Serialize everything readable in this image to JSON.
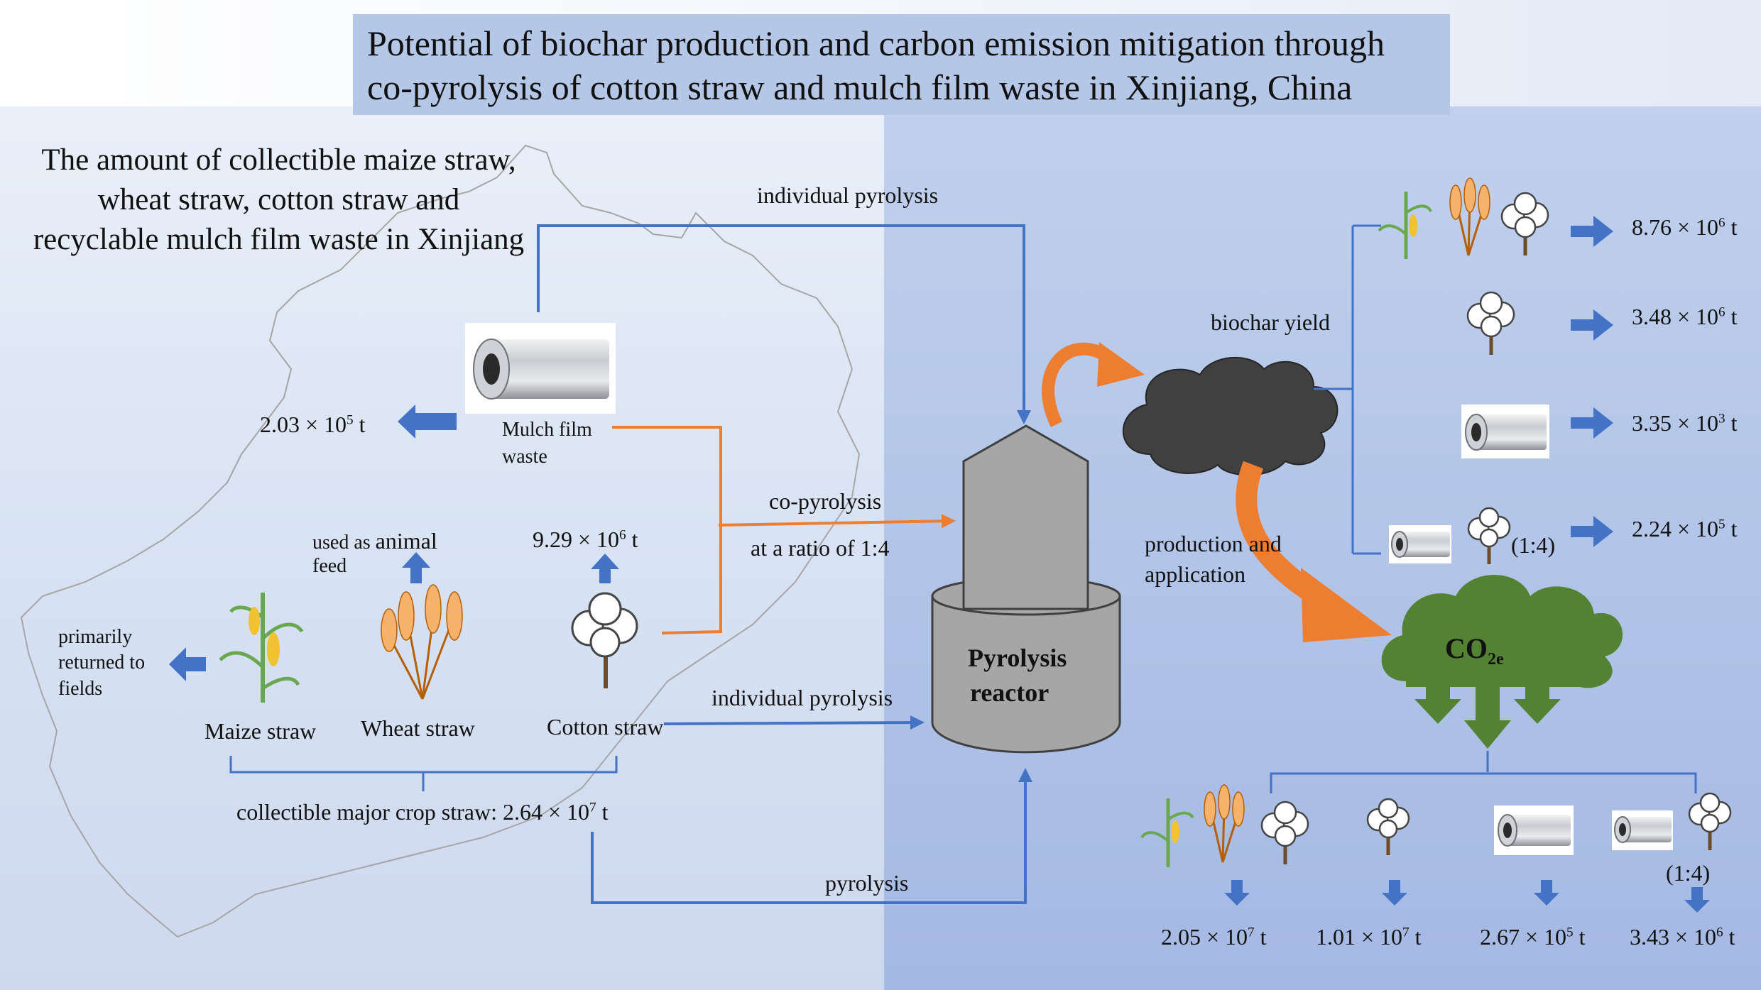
{
  "title": {
    "line1": "Potential of biochar production and carbon emission mitigation through",
    "line2": "co-pyrolysis of cotton straw and mulch film waste in Xinjiang, China"
  },
  "left_heading": "The amount of collectible maize straw, wheat straw, cotton straw and recyclable mulch film waste in Xinjiang",
  "mulch_film": {
    "label_line1": "Mulch film",
    "label_line2": "waste",
    "amount": "2.03 × 10",
    "amount_exp": "5",
    "amount_unit": " t"
  },
  "maize": {
    "label": "Maize straw",
    "use_line1": "primarily",
    "use_line2": "returned to",
    "use_line3": "fields"
  },
  "wheat": {
    "label": "Wheat straw",
    "use_a": "used as ",
    "use_b": "animal",
    "use_c": "feed"
  },
  "cotton": {
    "label": "Cotton straw",
    "amount": "9.29 × 10",
    "amount_exp": "6",
    "amount_unit": " t"
  },
  "collectible": {
    "text": "collectible major crop straw: 2.64 × 10",
    "exp": "7",
    "unit": " t"
  },
  "flows": {
    "individual_top": "individual  pyrolysis",
    "co_line1": "co-pyrolysis",
    "co_line2": "at a ratio of 1:4",
    "individual_bottom": "individual  pyrolysis",
    "pyrolysis": "pyrolysis"
  },
  "reactor": {
    "line1": "Pyrolysis",
    "line2": "reactor"
  },
  "biochar_label": "biochar yield",
  "prod_line1": "production and",
  "prod_line2": "application",
  "co2": {
    "main": "CO",
    "sub": "2e"
  },
  "biochar_yields": [
    {
      "mantissa": "8.76 × 10",
      "exp": "6",
      "unit": " t"
    },
    {
      "mantissa": "3.48 × 10",
      "exp": "6",
      "unit": " t"
    },
    {
      "mantissa": "3.35 × 10",
      "exp": "3",
      "unit": " t"
    },
    {
      "mantissa": "2.24 × 10",
      "exp": "5",
      "unit": " t"
    }
  ],
  "ratio_label": "(1:4)",
  "mitigation": [
    {
      "mantissa": "2.05 × 10",
      "exp": "7",
      "unit": " t"
    },
    {
      "mantissa": "1.01 × 10",
      "exp": "7",
      "unit": " t"
    },
    {
      "mantissa": "2.67 × 10",
      "exp": "5",
      "unit": " t"
    },
    {
      "mantissa": "3.43 × 10",
      "exp": "6",
      "unit": " t"
    }
  ],
  "colors": {
    "blue_arrow": "#4472c4",
    "orange": "#ed7d31",
    "green": "#548235",
    "reactor": "#a6a6a6",
    "title_bg": "#b4c7e7"
  }
}
